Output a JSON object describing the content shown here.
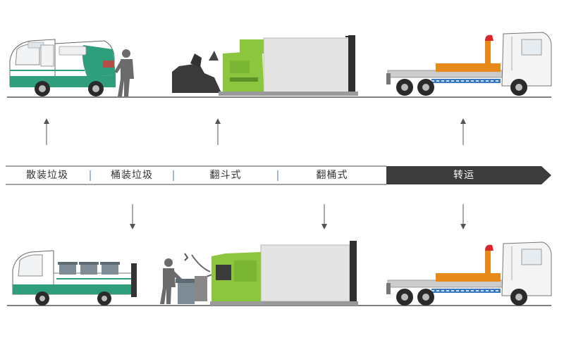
{
  "process_bar": {
    "stages": [
      {
        "label": "散装垃圾"
      },
      {
        "label": "桶装垃圾"
      },
      {
        "label": "翻斗式"
      },
      {
        "label": "翻桶式"
      },
      {
        "label": "转运"
      }
    ],
    "active_stage": 4
  },
  "colors": {
    "green": "#2e9e7c",
    "lime": "#8cc63f",
    "dark_gray": "#3a3a3a",
    "light_gray": "#e4e4e4",
    "orange": "#e88a1a",
    "blue_stripe": "#3a7bbf",
    "red_hook": "#d9262b",
    "ground": "#555555"
  },
  "icons": {
    "top_row": [
      "electric-sweeper-truck-icon",
      "worker-icon",
      "compactor-station-icon",
      "hook-lift-truck-icon"
    ],
    "bottom_row": [
      "bin-carrier-truck-icon",
      "worker-with-bin-icon",
      "bin-lifter-compactor-icon",
      "hook-lift-truck-icon"
    ]
  }
}
